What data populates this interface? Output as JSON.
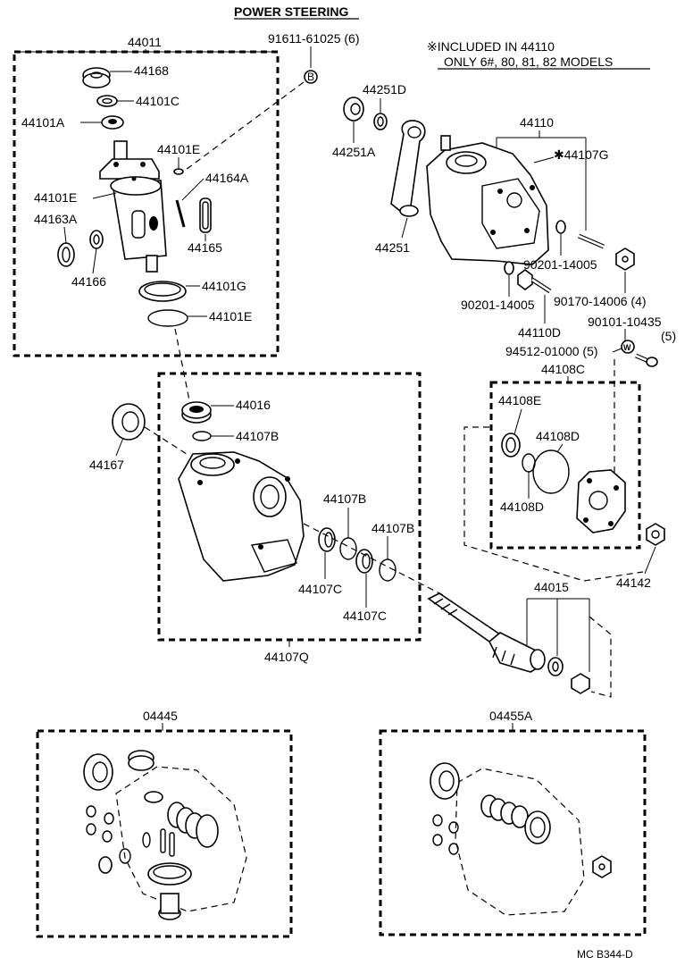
{
  "title": "POWER STEERING",
  "note": {
    "line1": "※INCLUDED IN 44110",
    "line2": "ONLY 6#, 80, 81, 82 MODELS"
  },
  "footer_code": "MC B344-D",
  "callouts": {
    "p44011": "44011",
    "p91611": "91611-61025 (6)",
    "p44168": "44168",
    "p44101C": "44101C",
    "p44101A": "44101A",
    "p44101E_a": "44101E",
    "p44164A": "44164A",
    "p44101E_b": "44101E",
    "p44163A": "44163A",
    "p44165": "44165",
    "p44166": "44166",
    "p44101G": "44101G",
    "p44101E_c": "44101E",
    "p44251D": "44251D",
    "p44251A": "44251A",
    "p44251": "44251",
    "p44110": "44110",
    "p44107G": "✱44107G",
    "p90201a": "90201-14005",
    "p90201b": "90201-14005",
    "p90170": "90170-14006 (4)",
    "p44110D": "44110D",
    "p90101": "90101-10435",
    "p90101q": "(5)",
    "p94512": "94512-01000 (5)",
    "p44108C": "44108C",
    "p44108E": "44108E",
    "p44108D_a": "44108D",
    "p44108D_b": "44108D",
    "p44142": "44142",
    "p44016": "44016",
    "p44107B_a": "44107B",
    "p44167": "44167",
    "p44107B_b": "44107B",
    "p44107B_c": "44107B",
    "p44107C_a": "44107C",
    "p44107C_b": "44107C",
    "p44015": "44015",
    "p44107Q": "44107Q",
    "p04445": "04445",
    "p04455A": "04455A"
  }
}
